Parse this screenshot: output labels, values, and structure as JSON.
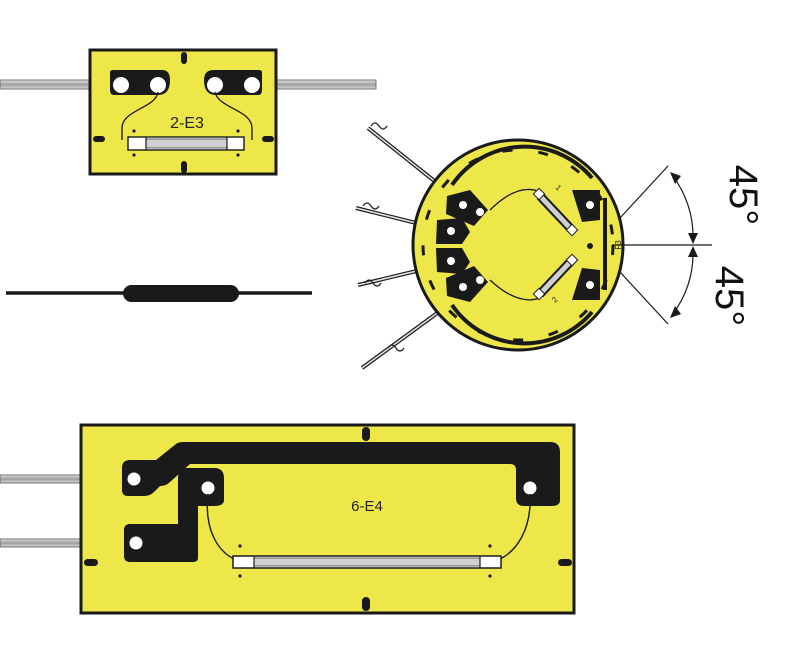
{
  "colors": {
    "substrate": "#ede74a",
    "outline": "#1a1a1a",
    "grid_foil": "#cfd0cf",
    "lead_wire": "#b9b9b9"
  },
  "components": {
    "top_gauge": {
      "label": "2-E3"
    },
    "rosette": {
      "angle_upper": "45°",
      "angle_lower": "45°",
      "center_mark": "F3",
      "grid_numbers": [
        "1",
        "2"
      ]
    },
    "large_gauge": {
      "label": "6-E4"
    },
    "side_profile": {
      "name": "gauge side view"
    }
  }
}
